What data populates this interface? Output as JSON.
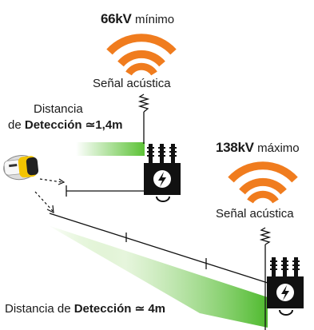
{
  "top": {
    "voltage": "66kV",
    "voltage_note": "mínimo",
    "signal_label": "Señal acústica",
    "distance_line1": "Distancia",
    "distance_prefix": "de",
    "distance_bold": "Detección",
    "distance_value": "≃1,4m"
  },
  "right": {
    "voltage": "138kV",
    "voltage_note": "máximo",
    "signal_label": "Señal acústica"
  },
  "bottom": {
    "distance_prefix": "Distancia de",
    "distance_bold": "Detección",
    "distance_value": "≃ 4m"
  },
  "colors": {
    "signal_orange": "#f07c1e",
    "beam_green": "#5cc236",
    "device_yellow": "#f3c400",
    "transformer_black": "#111111"
  },
  "icons": [
    "sound-wave-icon",
    "transformer-icon",
    "lightning-icon",
    "detector-device-icon"
  ]
}
